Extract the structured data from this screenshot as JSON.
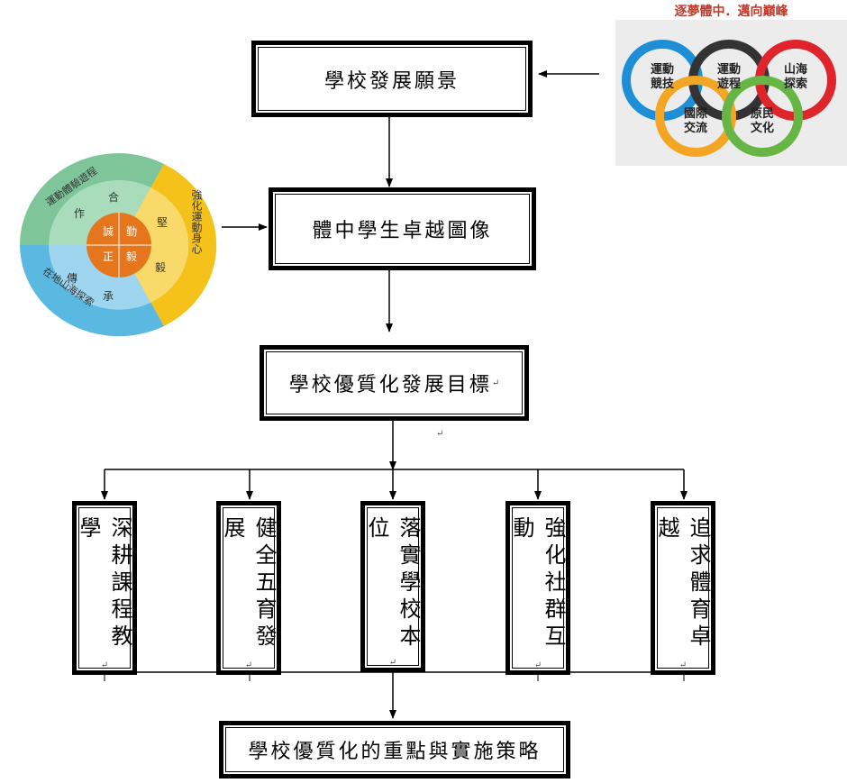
{
  "logo": {
    "tagline": "逐夢體中．邁向巔峰",
    "rings": [
      {
        "label": "運動\n競技",
        "color": "#1e8fd6"
      },
      {
        "label": "運動\n遊程",
        "color": "#333333"
      },
      {
        "label": "山海\n探索",
        "color": "#e0242c"
      },
      {
        "label": "國際\n交流",
        "color": "#f2a623"
      },
      {
        "label": "原民\n文化",
        "color": "#67b545"
      }
    ]
  },
  "wheel": {
    "center": [
      "勤",
      "誠",
      "正",
      "毅"
    ],
    "middle": [
      "合",
      "作",
      "傳",
      "承",
      "堅",
      "毅"
    ],
    "outer": [
      "運動體驗遊程",
      "在地山海探索",
      "強化運動身心"
    ],
    "colors": {
      "green": "#7ec69a",
      "blue": "#5bb8e0",
      "yellow": "#f5c21b",
      "orange": "#e6761e"
    }
  },
  "flow": {
    "vision": "學校發展願景",
    "student_image": "體中學生卓越圖像",
    "goals": "學校優質化發展目標",
    "goals_mark": "↵",
    "stray_mark": "↵",
    "pillars": [
      {
        "text": "深耕課程教學",
        "mark": "↵"
      },
      {
        "text": "健全五育發展",
        "mark": "↵"
      },
      {
        "text": "落實學校本位",
        "mark": "↵"
      },
      {
        "text": "強化社群互動",
        "mark": "↵"
      },
      {
        "text": "追求體育卓越",
        "mark": "↵"
      }
    ],
    "strategy": "學校優質化的重點與實施策略"
  }
}
